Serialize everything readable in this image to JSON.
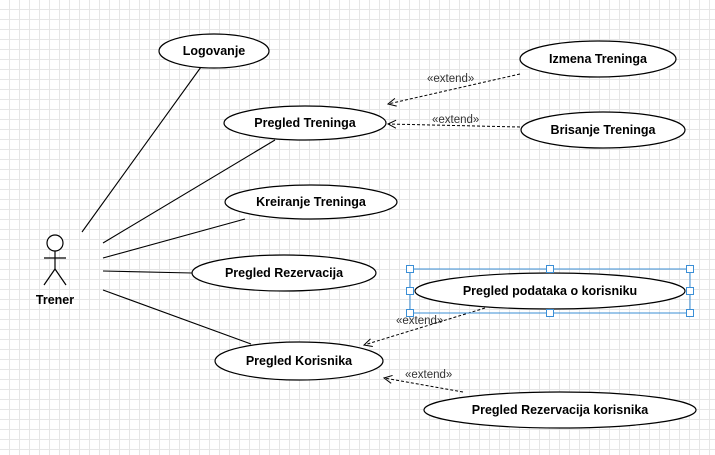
{
  "diagram": {
    "actor": {
      "name": "Trener"
    },
    "use_cases": {
      "logovanje": "Logovanje",
      "pregled_treninga": "Pregled Treninga",
      "izmena_treninga": "Izmena Treninga",
      "brisanje_treninga": "Brisanje Treninga",
      "kreiranje_treninga": "Kreiranje Treninga",
      "pregled_rezervacija": "Pregled Rezervacija",
      "pregled_podataka": "Pregled podataka o korisniku",
      "pregled_korisnika": "Pregled Korisnika",
      "pregled_rezervacija_korisnika": "Pregled Rezervacija korisnika"
    },
    "relations": {
      "extend_label": "«extend»"
    },
    "selected_use_case": "Pregled podataka o korisniku"
  }
}
